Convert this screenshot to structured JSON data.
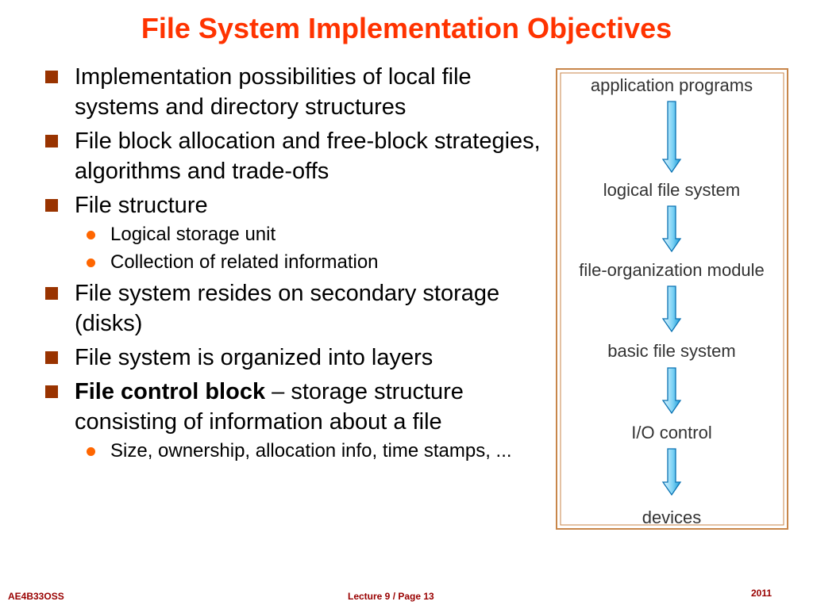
{
  "slide": {
    "title": "File System Implementation Objectives",
    "bullets": [
      {
        "text": "Implementation possibilities of local file systems and directory structures"
      },
      {
        "text": "File block allocation and free-block strategies, algorithms and trade-offs"
      },
      {
        "text": "File structure",
        "subs": [
          "Logical storage unit",
          "Collection of related information"
        ]
      },
      {
        "text": "File system resides on secondary storage (disks)"
      },
      {
        "text": "File system is organized into layers"
      },
      {
        "bold": "File control block",
        "text": " – storage structure consisting of information about a file",
        "subs": [
          "Size, ownership, allocation info, time stamps, ..."
        ]
      }
    ]
  },
  "diagram": {
    "layers": [
      "application programs",
      "logical file system",
      "file-organization module",
      "basic file system",
      "I/O control",
      "devices"
    ],
    "colors": {
      "frame": "#c8864a",
      "arrow_light": "#e2f6ff",
      "arrow_dark": "#1b9bd6",
      "arrow_stroke": "#0a72b2"
    }
  },
  "footer": {
    "course": "AE4B33OSS",
    "page": "Lecture 9 / Page 13",
    "year": "2011"
  },
  "colors": {
    "title": "#ff3300",
    "bullet_square": "#993300",
    "bullet_dot": "#ff6600",
    "footer_text": "#990000"
  }
}
